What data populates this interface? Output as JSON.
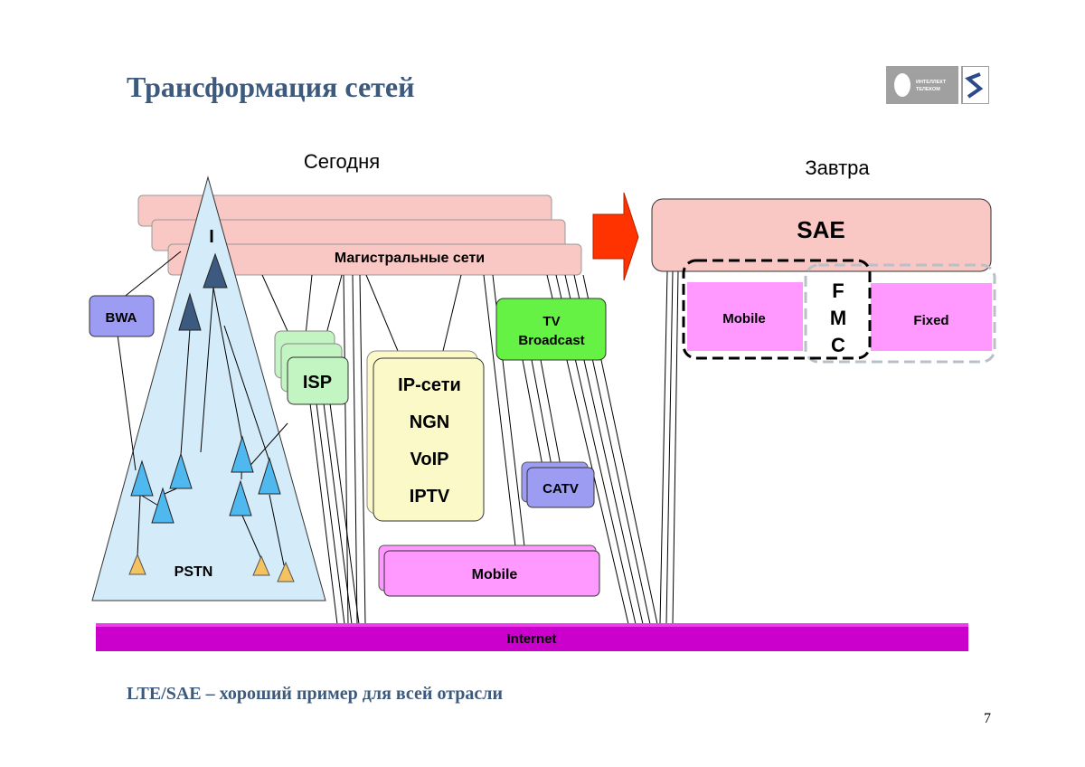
{
  "slide": {
    "title": "Трансформация сетей",
    "footer": "LTE/SAE – хороший пример для всей отрасли",
    "page_number": "7"
  },
  "logo": {
    "text_line1": "ИНТЕЛЛЕКТ",
    "text_line2": "ТЕЛЕКОМ",
    "colors": {
      "box": "#a0a0a0",
      "accent": "#2a4a8a"
    }
  },
  "today": {
    "heading": "Сегодня",
    "backbone_label": "Магистральные сети",
    "pyramid_top_label": "I",
    "bwa": "BWA",
    "pstn": "PSTN",
    "isp": "ISP",
    "ip_networks": [
      "IP-сети",
      "NGN",
      "VoIP",
      "IPTV"
    ],
    "tv_broadcast": [
      "TV",
      "Broadcast"
    ],
    "catv": "CATV",
    "mobile": "Mobile",
    "internet": "Internet"
  },
  "tomorrow": {
    "heading": "Завтра",
    "sae": "SAE",
    "mobile": "Mobile",
    "fmc": [
      "F",
      "M",
      "C"
    ],
    "fixed": "Fixed"
  },
  "colors": {
    "backbone": "#f9c8c4",
    "pyramid": "#d4ecfa",
    "bwa": "#9c9cf2",
    "isp": "#c2f5c2",
    "ip": "#fbf9c8",
    "tv": "#66f244",
    "catv": "#9c9cf2",
    "mobile": "#ff99ff",
    "internet": "#cc00cc",
    "arrow": "#ff3300",
    "tower_dark": "#3c5a80",
    "tower_light": "#4fb8ee",
    "tower_small": "#f5c260"
  }
}
